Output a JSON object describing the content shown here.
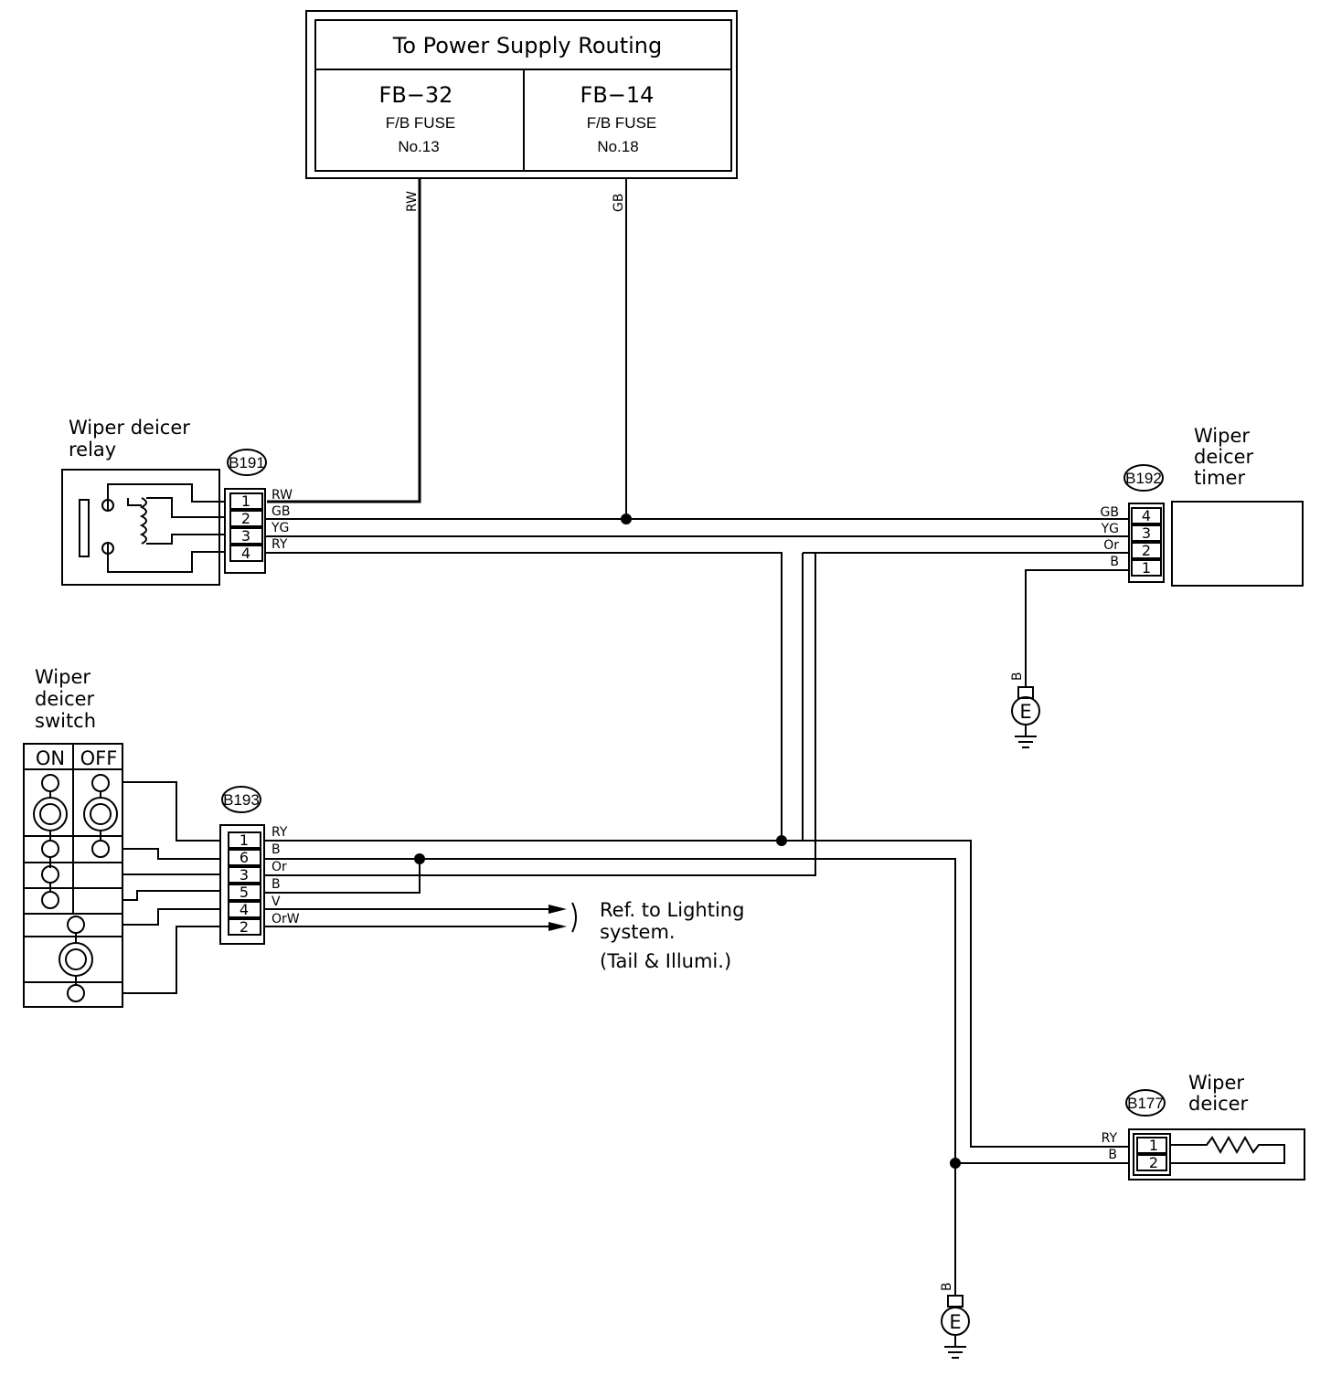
{
  "power_supply": {
    "title": "To Power Supply Routing",
    "left": {
      "code": "FB−32",
      "fuse": "F/B FUSE",
      "number": "No.13"
    },
    "right": {
      "code": "FB−14",
      "fuse": "F/B FUSE",
      "number": "No.18"
    }
  },
  "supply_wires": {
    "left": "RW",
    "right": "GB"
  },
  "relay": {
    "label_line1": "Wiper deicer",
    "label_line2": "relay",
    "connector": "B191",
    "pins": [
      "1",
      "2",
      "3",
      "4"
    ],
    "wires": [
      "RW",
      "GB",
      "YG",
      "RY"
    ]
  },
  "timer": {
    "label_line1": "Wiper",
    "label_line2": "deicer",
    "label_line3": "timer",
    "connector": "B192",
    "pins": [
      "4",
      "3",
      "2",
      "1"
    ],
    "wires": [
      "GB",
      "YG",
      "Or",
      "B"
    ],
    "ground_wire": "B",
    "ground_label": "E"
  },
  "switch": {
    "label_line1": "Wiper",
    "label_line2": "deicer",
    "label_line3": "switch",
    "on_label": "ON",
    "off_label": "OFF",
    "connector": "B193",
    "pins": [
      "1",
      "6",
      "3",
      "5",
      "4",
      "2"
    ],
    "wires": [
      "RY",
      "B",
      "Or",
      "B",
      "V",
      "OrW"
    ]
  },
  "lighting_ref": {
    "line1": "Ref. to Lighting",
    "line2": "system.",
    "line3": "(Tail & Illumi.)"
  },
  "deicer": {
    "label_line1": "Wiper",
    "label_line2": "deicer",
    "connector": "B177",
    "pins": [
      "1",
      "2"
    ],
    "wires": [
      "RY",
      "B"
    ],
    "ground_wire": "B",
    "ground_label": "E"
  }
}
